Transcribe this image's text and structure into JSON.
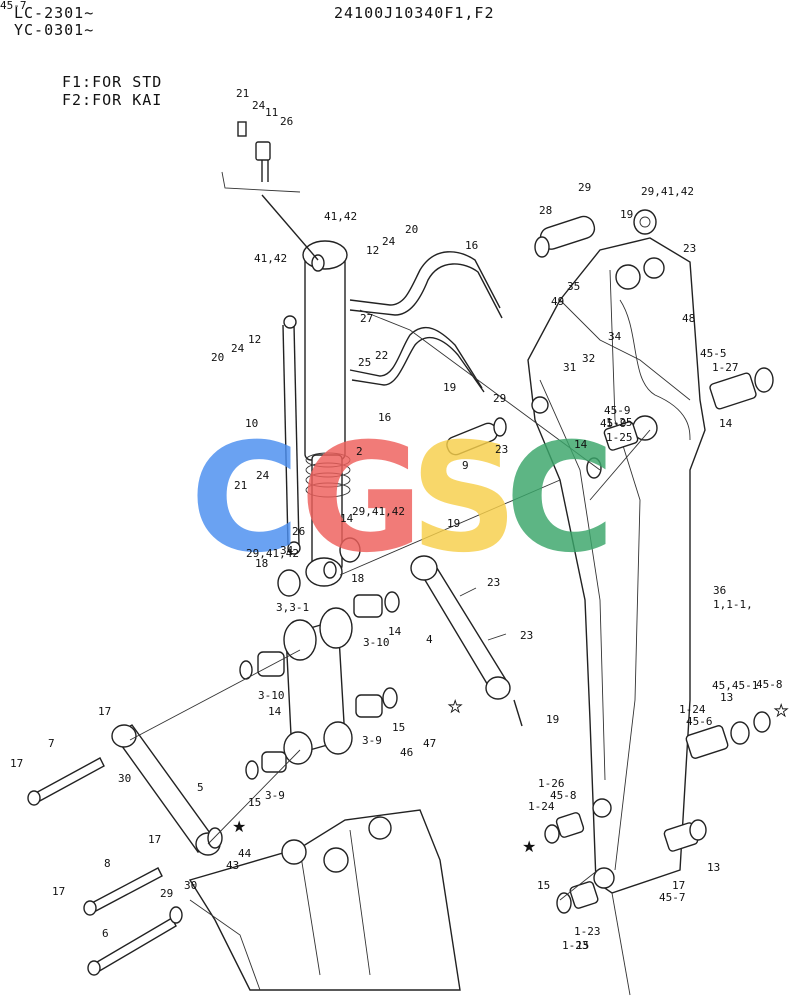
{
  "header": {
    "model_line1": "LC-2301~",
    "model_line2": "YC-0301~",
    "part_code": "24100J10340F1,F2",
    "legend_f1": "F1:FOR STD",
    "legend_f2": "F2:FOR KAI"
  },
  "watermark": {
    "letters": [
      "C",
      "G",
      "S",
      "C"
    ],
    "colors": [
      "#4a8ef0",
      "#ee5f5b",
      "#f7cf4a",
      "#3aa66a"
    ]
  },
  "callouts": [
    "21",
    "24",
    "11",
    "26",
    "41,42",
    "20",
    "24",
    "12",
    "16",
    "41,42",
    "27",
    "20",
    "24",
    "12",
    "22",
    "25",
    "16",
    "10",
    "2",
    "24",
    "21",
    "26",
    "29,41,42",
    "29,41,42",
    "14",
    "19",
    "34",
    "18",
    "18",
    "3,3-1",
    "14",
    "3-10",
    "4",
    "23",
    "23",
    "14",
    "3-10",
    "15",
    "3-9",
    "19",
    "17",
    "7",
    "30",
    "5",
    "17",
    "17",
    "15",
    "3-9",
    "46",
    "47",
    "43",
    "44",
    "8",
    "30",
    "17",
    "29",
    "6",
    "29",
    "29,41,42",
    "28",
    "19",
    "23",
    "35",
    "49",
    "48",
    "34",
    "32",
    "31",
    "19",
    "29",
    "9",
    "23",
    "45-9",
    "14",
    "1-25",
    "45-5",
    "1-27",
    "45-9",
    "1-25",
    "14",
    "36",
    "1,1-1,",
    "45,45-1",
    "45-8",
    "13",
    "1-24",
    "45-6",
    "1-26",
    "45-8",
    "1-24",
    "13",
    "15",
    "17",
    "1-23",
    "45-7",
    "1-23",
    "15",
    "45-7"
  ]
}
